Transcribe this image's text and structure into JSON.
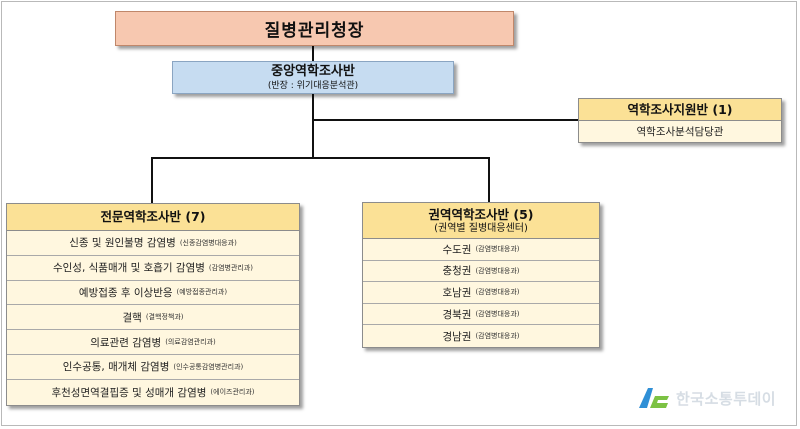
{
  "top": {
    "title": "질병관리청장"
  },
  "central": {
    "title": "중앙역학조사반",
    "subtitle": "(반장 : 위기대응분석관)"
  },
  "support": {
    "title": "역학조사지원반 (1)",
    "items": [
      "역학조사분석담당관"
    ]
  },
  "specialist": {
    "title": "전문역학조사반 (7)",
    "items": [
      {
        "main": "신종 및 원인불명 감염병",
        "sub": "(신종감염병대응과)"
      },
      {
        "main": "수인성, 식품매개 및 호흡기 감염병",
        "sub": "(감염병관리과)"
      },
      {
        "main": "예방접종 후 이상반응",
        "sub": "(예방접종관리과)"
      },
      {
        "main": "결핵",
        "sub": "(결핵정책과)"
      },
      {
        "main": "의료관련 감염병",
        "sub": "(의료감염관리과)"
      },
      {
        "main": "인수공통, 매개체 감염병",
        "sub": "(인수공통감염병관리과)"
      },
      {
        "main": "후천성면역결핍증 및 성매개 감염병",
        "sub": "(에이즈관리과)"
      }
    ]
  },
  "regional": {
    "title": "권역역학조사반 (5)",
    "subtitle": "(권역별 질병대응센터)",
    "items": [
      {
        "main": "수도권",
        "sub": "(감염병대응과)"
      },
      {
        "main": "충청권",
        "sub": "(감염병대응과)"
      },
      {
        "main": "호남권",
        "sub": "(감염병대응과)"
      },
      {
        "main": "경북권",
        "sub": "(감염병대응과)"
      },
      {
        "main": "경남권",
        "sub": "(감염병대응과)"
      }
    ]
  },
  "watermark": {
    "text": "한국소통투데이",
    "logo_colors": [
      "#2f8fd6",
      "#7cc243"
    ]
  }
}
